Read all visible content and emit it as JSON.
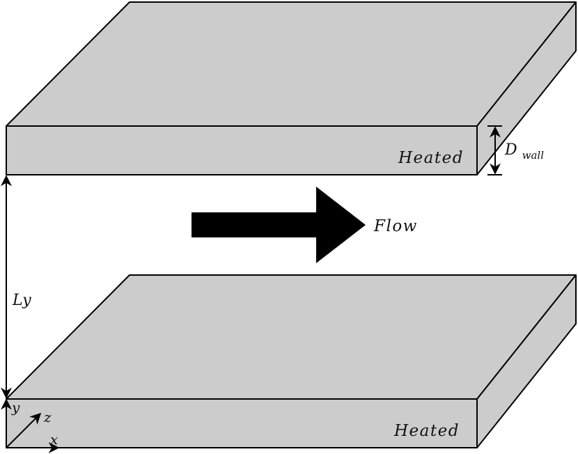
{
  "labels": {
    "top_plate": "Heated",
    "bottom_plate": "Heated",
    "flow": "Flow",
    "channel_height": "Ly",
    "wall_thickness_main": "D",
    "wall_thickness_sub": "wall",
    "axis_x": "x",
    "axis_y": "y",
    "axis_z": "z"
  },
  "colors": {
    "plate": "#cccccc",
    "outline": "#000000",
    "arrow": "#000000"
  }
}
